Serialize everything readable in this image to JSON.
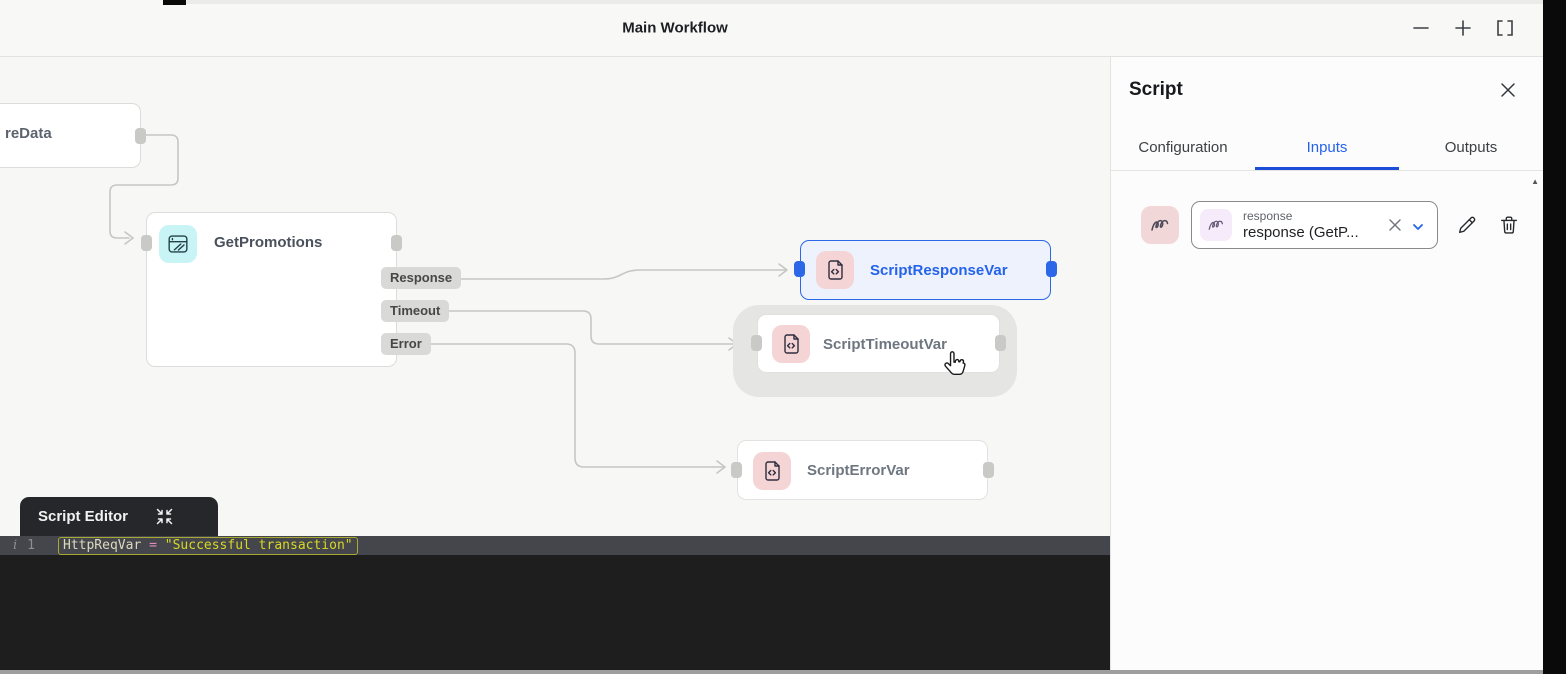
{
  "window": {
    "title": "Main Workflow"
  },
  "canvas": {
    "nodes": [
      {
        "label": "reData",
        "note": "partially off-screen"
      },
      {
        "label": "GetPromotions",
        "outputs": [
          "Response",
          "Timeout",
          "Error"
        ]
      },
      {
        "label": "ScriptResponseVar",
        "selected": true
      },
      {
        "label": "ScriptTimeoutVar",
        "hovered": true
      },
      {
        "label": "ScriptErrorVar"
      }
    ]
  },
  "editor": {
    "tab_title": "Script Editor",
    "gutter_marker": "i",
    "line_number": "1",
    "code": {
      "variable": "HttpReqVar",
      "operator": " = ",
      "string": "\"Successful transaction\""
    }
  },
  "panel": {
    "title": "Script",
    "tabs": [
      {
        "label": "Configuration",
        "active": false
      },
      {
        "label": "Inputs",
        "active": true
      },
      {
        "label": "Outputs",
        "active": false
      }
    ],
    "scroll_up_glyph": "▲",
    "input_row": {
      "field_label": "response",
      "value": "response (GetP...",
      "actions": [
        "edit",
        "delete"
      ]
    }
  },
  "icons": {
    "minimize-icon": "horizontal line",
    "plus-icon": "+",
    "fullscreen-icon": "[ ]",
    "close-icon": "×",
    "http-request-icon": "browser window with slashes (cyan chip)",
    "code-file-icon": "document with <> (pink chip)",
    "scribble-icon": "cursive squiggle (variable chip)",
    "clear-icon": "×",
    "chevron-down-icon": "⌄",
    "pencil-icon": "edit pencil",
    "trash-icon": "trash can",
    "collapse-icon": "four arrows pointing inward",
    "hand-cursor": "pointer hand"
  },
  "colors": {
    "accent_blue": "#2563eb",
    "selected_border": "#2c67e8",
    "selected_bg": "#edf2fc",
    "node_border": "#dcdcdb",
    "canvas_bg": "#f7f7f6",
    "pill_bg": "#d9d9d8",
    "cyan_chip": "#c8f4f6",
    "pink_chip": "#f2d7d9",
    "lavender_chip": "#f6ebfb",
    "editor_tab_bg": "#26272b",
    "editor_line_bg": "#44464b",
    "editor_body_bg": "#1e1e1e",
    "code_string": "#d8d825",
    "code_operator": "#e78ac0",
    "code_variable": "#dcdabf"
  }
}
